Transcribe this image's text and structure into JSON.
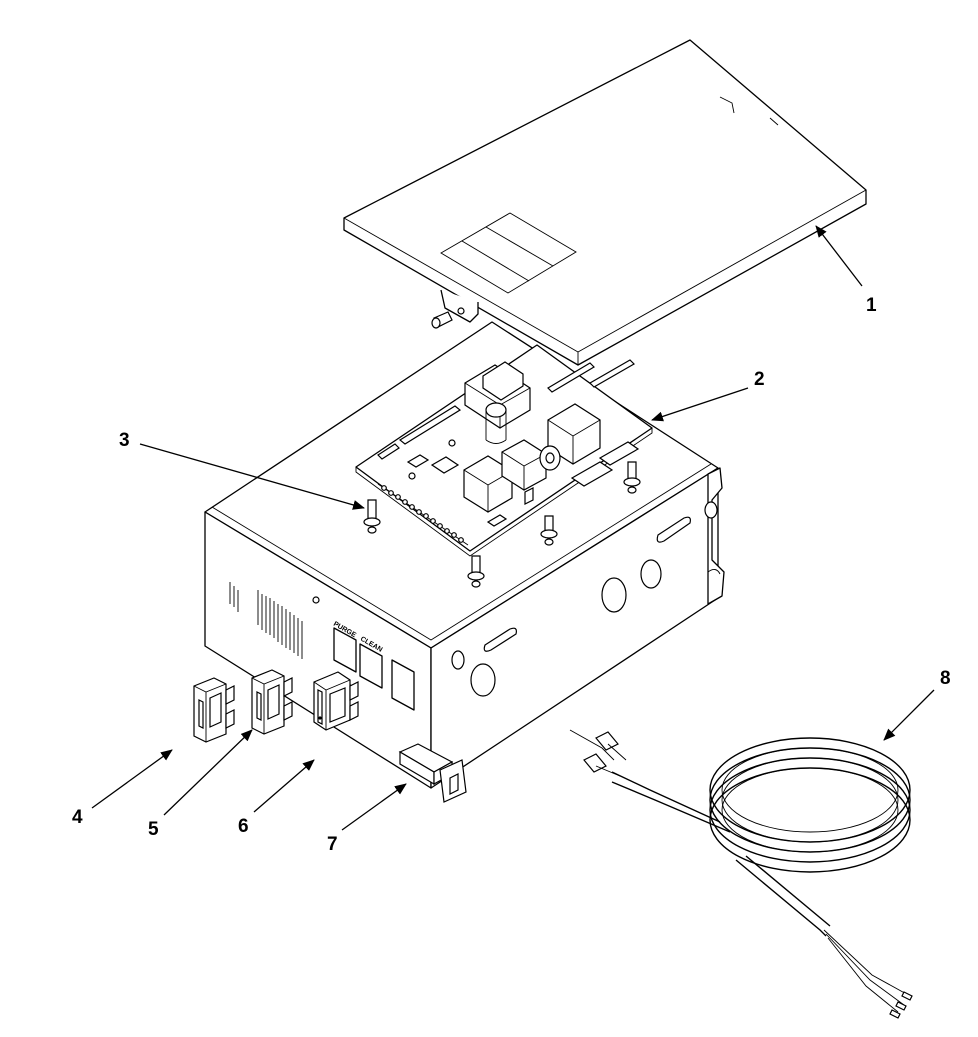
{
  "diagram": {
    "labels": [
      {
        "id": "1",
        "text": "1"
      },
      {
        "id": "2",
        "text": "2"
      },
      {
        "id": "3",
        "text": "3"
      },
      {
        "id": "4",
        "text": "4"
      },
      {
        "id": "5",
        "text": "5"
      },
      {
        "id": "6",
        "text": "6"
      },
      {
        "id": "7",
        "text": "7"
      },
      {
        "id": "8",
        "text": "8"
      }
    ],
    "panel_labels": {
      "purge": "PURGE",
      "clean": "CLEAN"
    }
  },
  "colors": {
    "line": "#000000",
    "background": "#ffffff"
  }
}
